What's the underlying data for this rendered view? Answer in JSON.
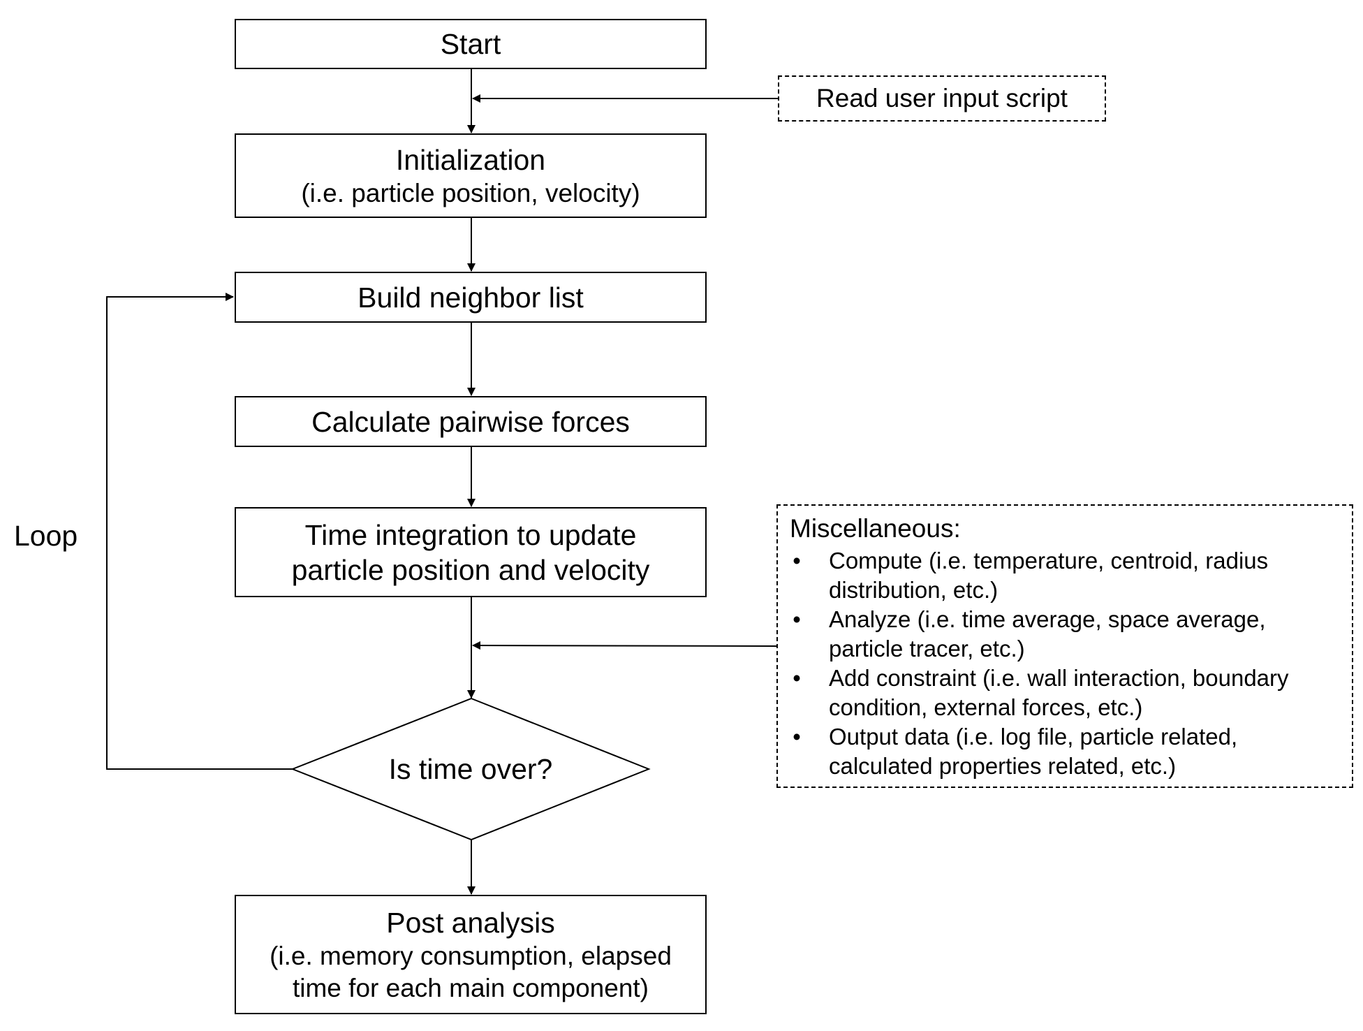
{
  "nodes": {
    "start": "Start",
    "read_input": "Read user input script",
    "init_title": "Initialization",
    "init_sub": "(i.e. particle position, velocity)",
    "build_neighbor": "Build neighbor list",
    "calc_forces": "Calculate pairwise forces",
    "time_integration_line1": "Time integration to update",
    "time_integration_line2": "particle position and velocity",
    "decision": "Is time over?",
    "post_title": "Post analysis",
    "post_sub_line1": "(i.e. memory consumption, elapsed",
    "post_sub_line2": "time for each main component)"
  },
  "loop_label": "Loop",
  "misc": {
    "header": "Miscellaneous:",
    "bullet_char": "•",
    "items": [
      {
        "line1": "Compute (i.e. temperature, centroid, radius",
        "line2": "distribution, etc.)"
      },
      {
        "line1": "Analyze (i.e. time average, space average,",
        "line2": "particle tracer, etc.)"
      },
      {
        "line1": "Add constraint (i.e. wall interaction, boundary",
        "line2": "condition, external forces, etc.)"
      },
      {
        "line1": "Output data (i.e. log file, particle related,",
        "line2": "calculated properties related, etc.)"
      }
    ]
  }
}
